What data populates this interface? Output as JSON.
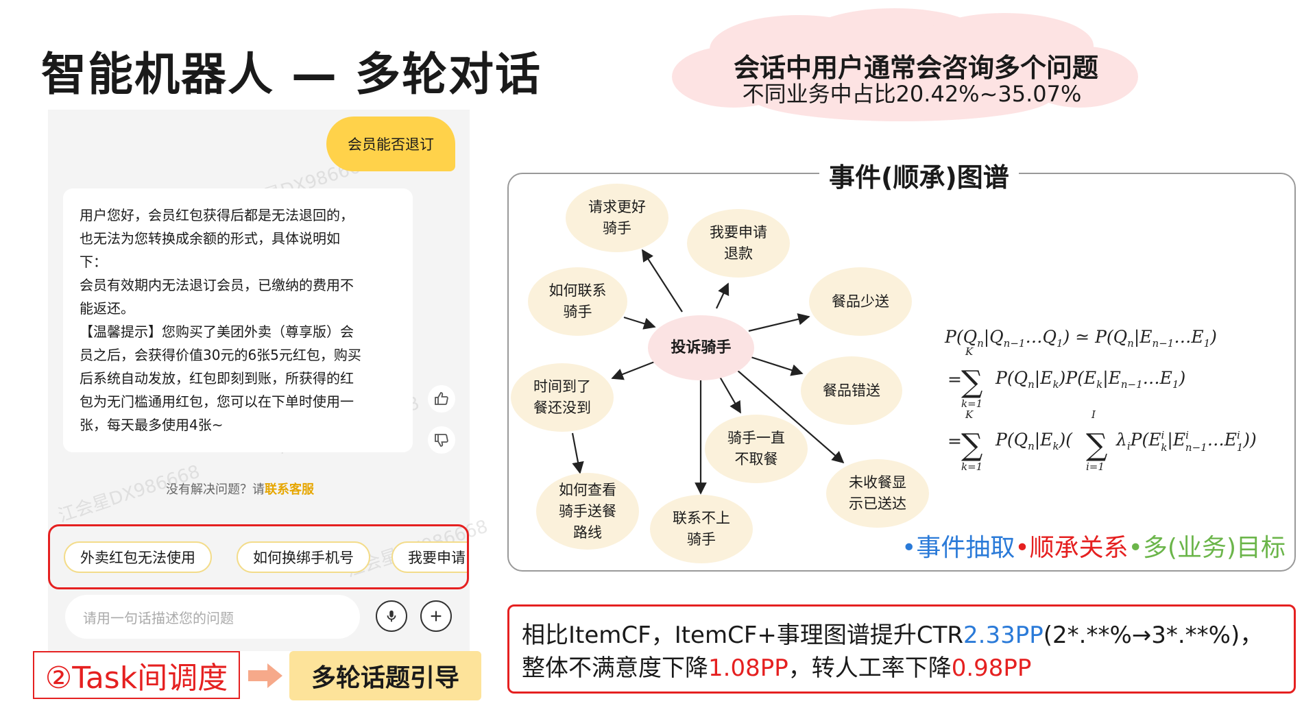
{
  "title": "智能机器人 — 多轮对话",
  "cloud": {
    "main": "会话中用户通常会咨询多个问题",
    "sub": "不同业务中占比20.42%~35.07%"
  },
  "chat": {
    "user_message": "会员能否退订",
    "bot_message": [
      "用户您好，会员红包获得后都是无法退回的，",
      "也无法为您转换成余额的形式，具体说明如",
      "下：",
      "会员有效期内无法退订会员，已缴纳的费用不",
      "能返还。",
      "【温馨提示】您购买了美团外卖（尊享版）会",
      "员之后，会获得价值30元的6张5元红包，购买",
      "后系统自动发放，红包即刻到账，所获得的红",
      "包为无门槛通用红包，您可以在下单时使用一",
      "张，每天最多使用4张~"
    ],
    "unsolved_prefix": "没有解决问题？请",
    "unsolved_link": "联系客服",
    "chips": [
      "外卖红包无法使用",
      "如何换绑手机号",
      "我要申请"
    ],
    "input_placeholder": "请用一句话描述您的问题",
    "watermark": "江会星DX986668"
  },
  "task_label": "②Task间调度",
  "guide_label": "多轮话题引导",
  "diagram": {
    "title": "事件(顺承)图谱",
    "center": "投诉骑手",
    "nodes": [
      {
        "id": "n1",
        "label": "请求更好\n骑手"
      },
      {
        "id": "n2",
        "label": "我要申请\n退款"
      },
      {
        "id": "n3",
        "label": "如何联系\n骑手"
      },
      {
        "id": "n4",
        "label": "餐品少送"
      },
      {
        "id": "n5",
        "label": "时间到了\n餐还没到"
      },
      {
        "id": "n6",
        "label": "餐品错送"
      },
      {
        "id": "n7",
        "label": "骑手一直\n不取餐"
      },
      {
        "id": "n8",
        "label": "如何查看\n骑手送餐\n路线"
      },
      {
        "id": "n9",
        "label": "联系不上\n骑手"
      },
      {
        "id": "n10",
        "label": "未收餐显\n示已送达"
      }
    ],
    "tags": [
      {
        "text": "•事件抽取",
        "color": "#2a7ad8"
      },
      {
        "text": "•顺承关系",
        "color": "#e52020"
      },
      {
        "text": "•多(业务)目标",
        "color": "#6bb54a"
      }
    ]
  },
  "result": {
    "line1_prefix": "相比ItemCF，ItemCF+事理图谱提升CTR",
    "line1_value": "2.33PP",
    "line1_suffix": "(2*.**%→3*.**%)，",
    "line2_prefix": "整体不满意度下降",
    "line2_value1": "1.08PP",
    "line2_middle": "，转人工率下降",
    "line2_value2": "0.98PP"
  }
}
